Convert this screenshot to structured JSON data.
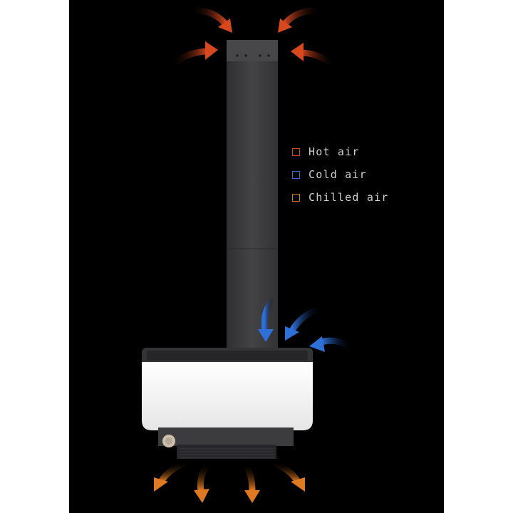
{
  "colors": {
    "hot_air": "#d8481f",
    "cold_air": "#2f6fd8",
    "chilled_air": "#e07a22",
    "background": "#000000",
    "tower": "#3e3e41",
    "unit_body": "#f2f2f2"
  },
  "legend": {
    "items": [
      {
        "label": "Hot air",
        "color": "#d8481f"
      },
      {
        "label": "Cold air",
        "color": "#2f6fd8"
      },
      {
        "label": "Chilled air",
        "color": "#e07a22"
      }
    ]
  },
  "icons": {
    "hot_air_arrows": "curved-arrow-icon",
    "cold_air_arrows": "curved-arrow-icon",
    "chilled_air_arrows": "curved-arrow-icon",
    "knob": "knob-icon"
  }
}
